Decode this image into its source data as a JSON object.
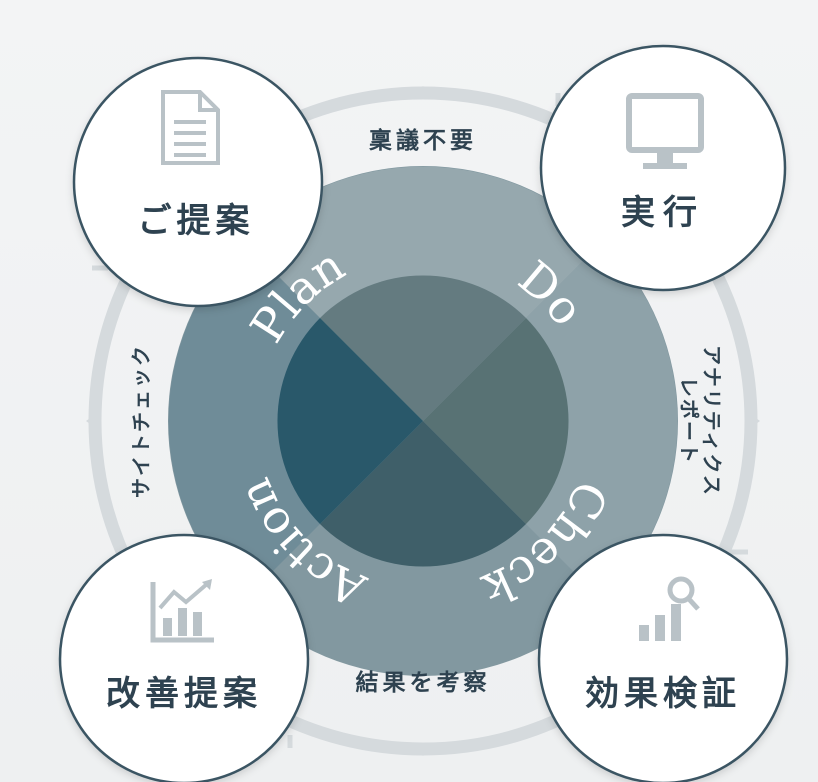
{
  "diagram": {
    "phases": {
      "plan": "Plan",
      "do": "Do",
      "check": "Check",
      "action": "Action"
    },
    "nodes": {
      "proposal": {
        "label": "ご提案",
        "icon": "document-icon"
      },
      "execution": {
        "label": "実行",
        "icon": "monitor-icon"
      },
      "improvement": {
        "label": "改善提案",
        "icon": "rising-chart-icon"
      },
      "verification": {
        "label": "効果検証",
        "icon": "bar-chart-magnifier-icon"
      }
    },
    "arcs": {
      "top": "稟議不要",
      "right_line1": "アナリティクス",
      "right_line2": "レポート",
      "bottom": "結果を考察",
      "left": "サイトチェック"
    },
    "colors": {
      "outer_ring": "#7f979f",
      "outer_ring_light": "#93a6ac",
      "inner_top": "#647b80",
      "inner_right": "#587274",
      "inner_bottom": "#3f5f69",
      "inner_left": "#29586a",
      "track": "#d5dadd",
      "circle_border": "#3b5564",
      "text": "#2e4250",
      "icon": "#b9c2c7"
    }
  }
}
